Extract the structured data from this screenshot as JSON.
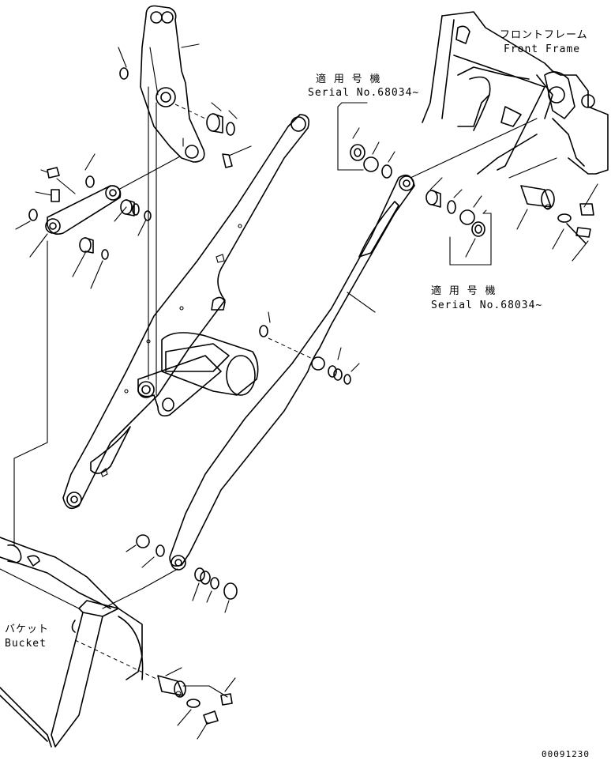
{
  "labels": {
    "front_frame_jp": "フロントフレーム",
    "front_frame_en": "Front Frame",
    "serial_top_jp": "適 用 号 機",
    "serial_top_en": "Serial No.68034~",
    "serial_mid_jp": "適 用 号 機",
    "serial_mid_en": "Serial No.68034~",
    "bucket_jp": "バケット",
    "bucket_en": "Bucket",
    "drawing_number": "00091230"
  }
}
